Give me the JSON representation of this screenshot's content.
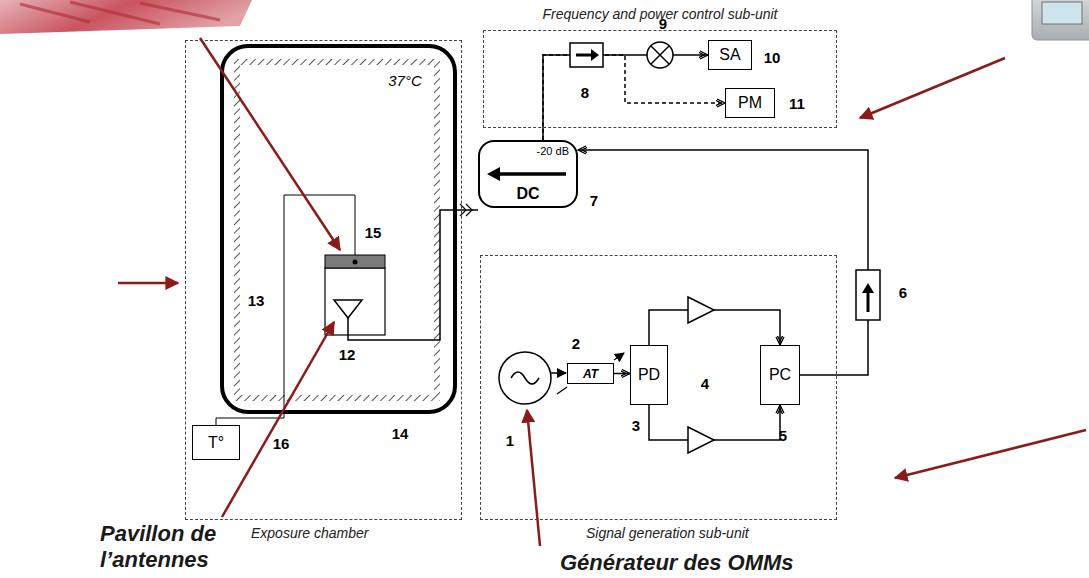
{
  "diagram": {
    "nodes": [
      {
        "text": [
          "Frequency and power control sub-unit"
        ]
      },
      {
        "text": [
          "SA"
        ],
        "in": 0
      },
      {
        "text": [
          "PM"
        ],
        "in": 0
      },
      {
        "text": [
          "Exposure chamber"
        ]
      },
      {
        "text": [
          "T°"
        ],
        "in": 3
      },
      {
        "text": [
          "-20 dB",
          "DC"
        ]
      },
      {
        "text": [
          "Signal generation sub-unit"
        ]
      },
      {
        "text": [
          "AT"
        ],
        "in": 6
      },
      {
        "text": [
          "PD"
        ],
        "in": 6
      },
      {
        "text": [
          "PC"
        ],
        "in": 6
      }
    ],
    "edges": [
      {
        "from": 7,
        "to": 8,
        "arrow": "to"
      },
      {
        "from": 8,
        "to": 9,
        "arrow": "to"
      },
      {
        "from": 8,
        "to": 9,
        "arrow": "to"
      },
      {
        "from": 9,
        "to": 5,
        "arrow": "to"
      },
      {
        "from": 5,
        "to": 1,
        "arrow": "to"
      },
      {
        "from": 5,
        "to": 2,
        "arrow": "to"
      }
    ],
    "labels": [
      "1",
      "2",
      "3",
      "4",
      "5",
      "6",
      "7",
      "8",
      "9",
      "10",
      "11",
      "12",
      "13",
      "14",
      "15",
      "16",
      "37°C",
      "Pavillon de l’antennes",
      "Générateur des OMMs"
    ]
  }
}
